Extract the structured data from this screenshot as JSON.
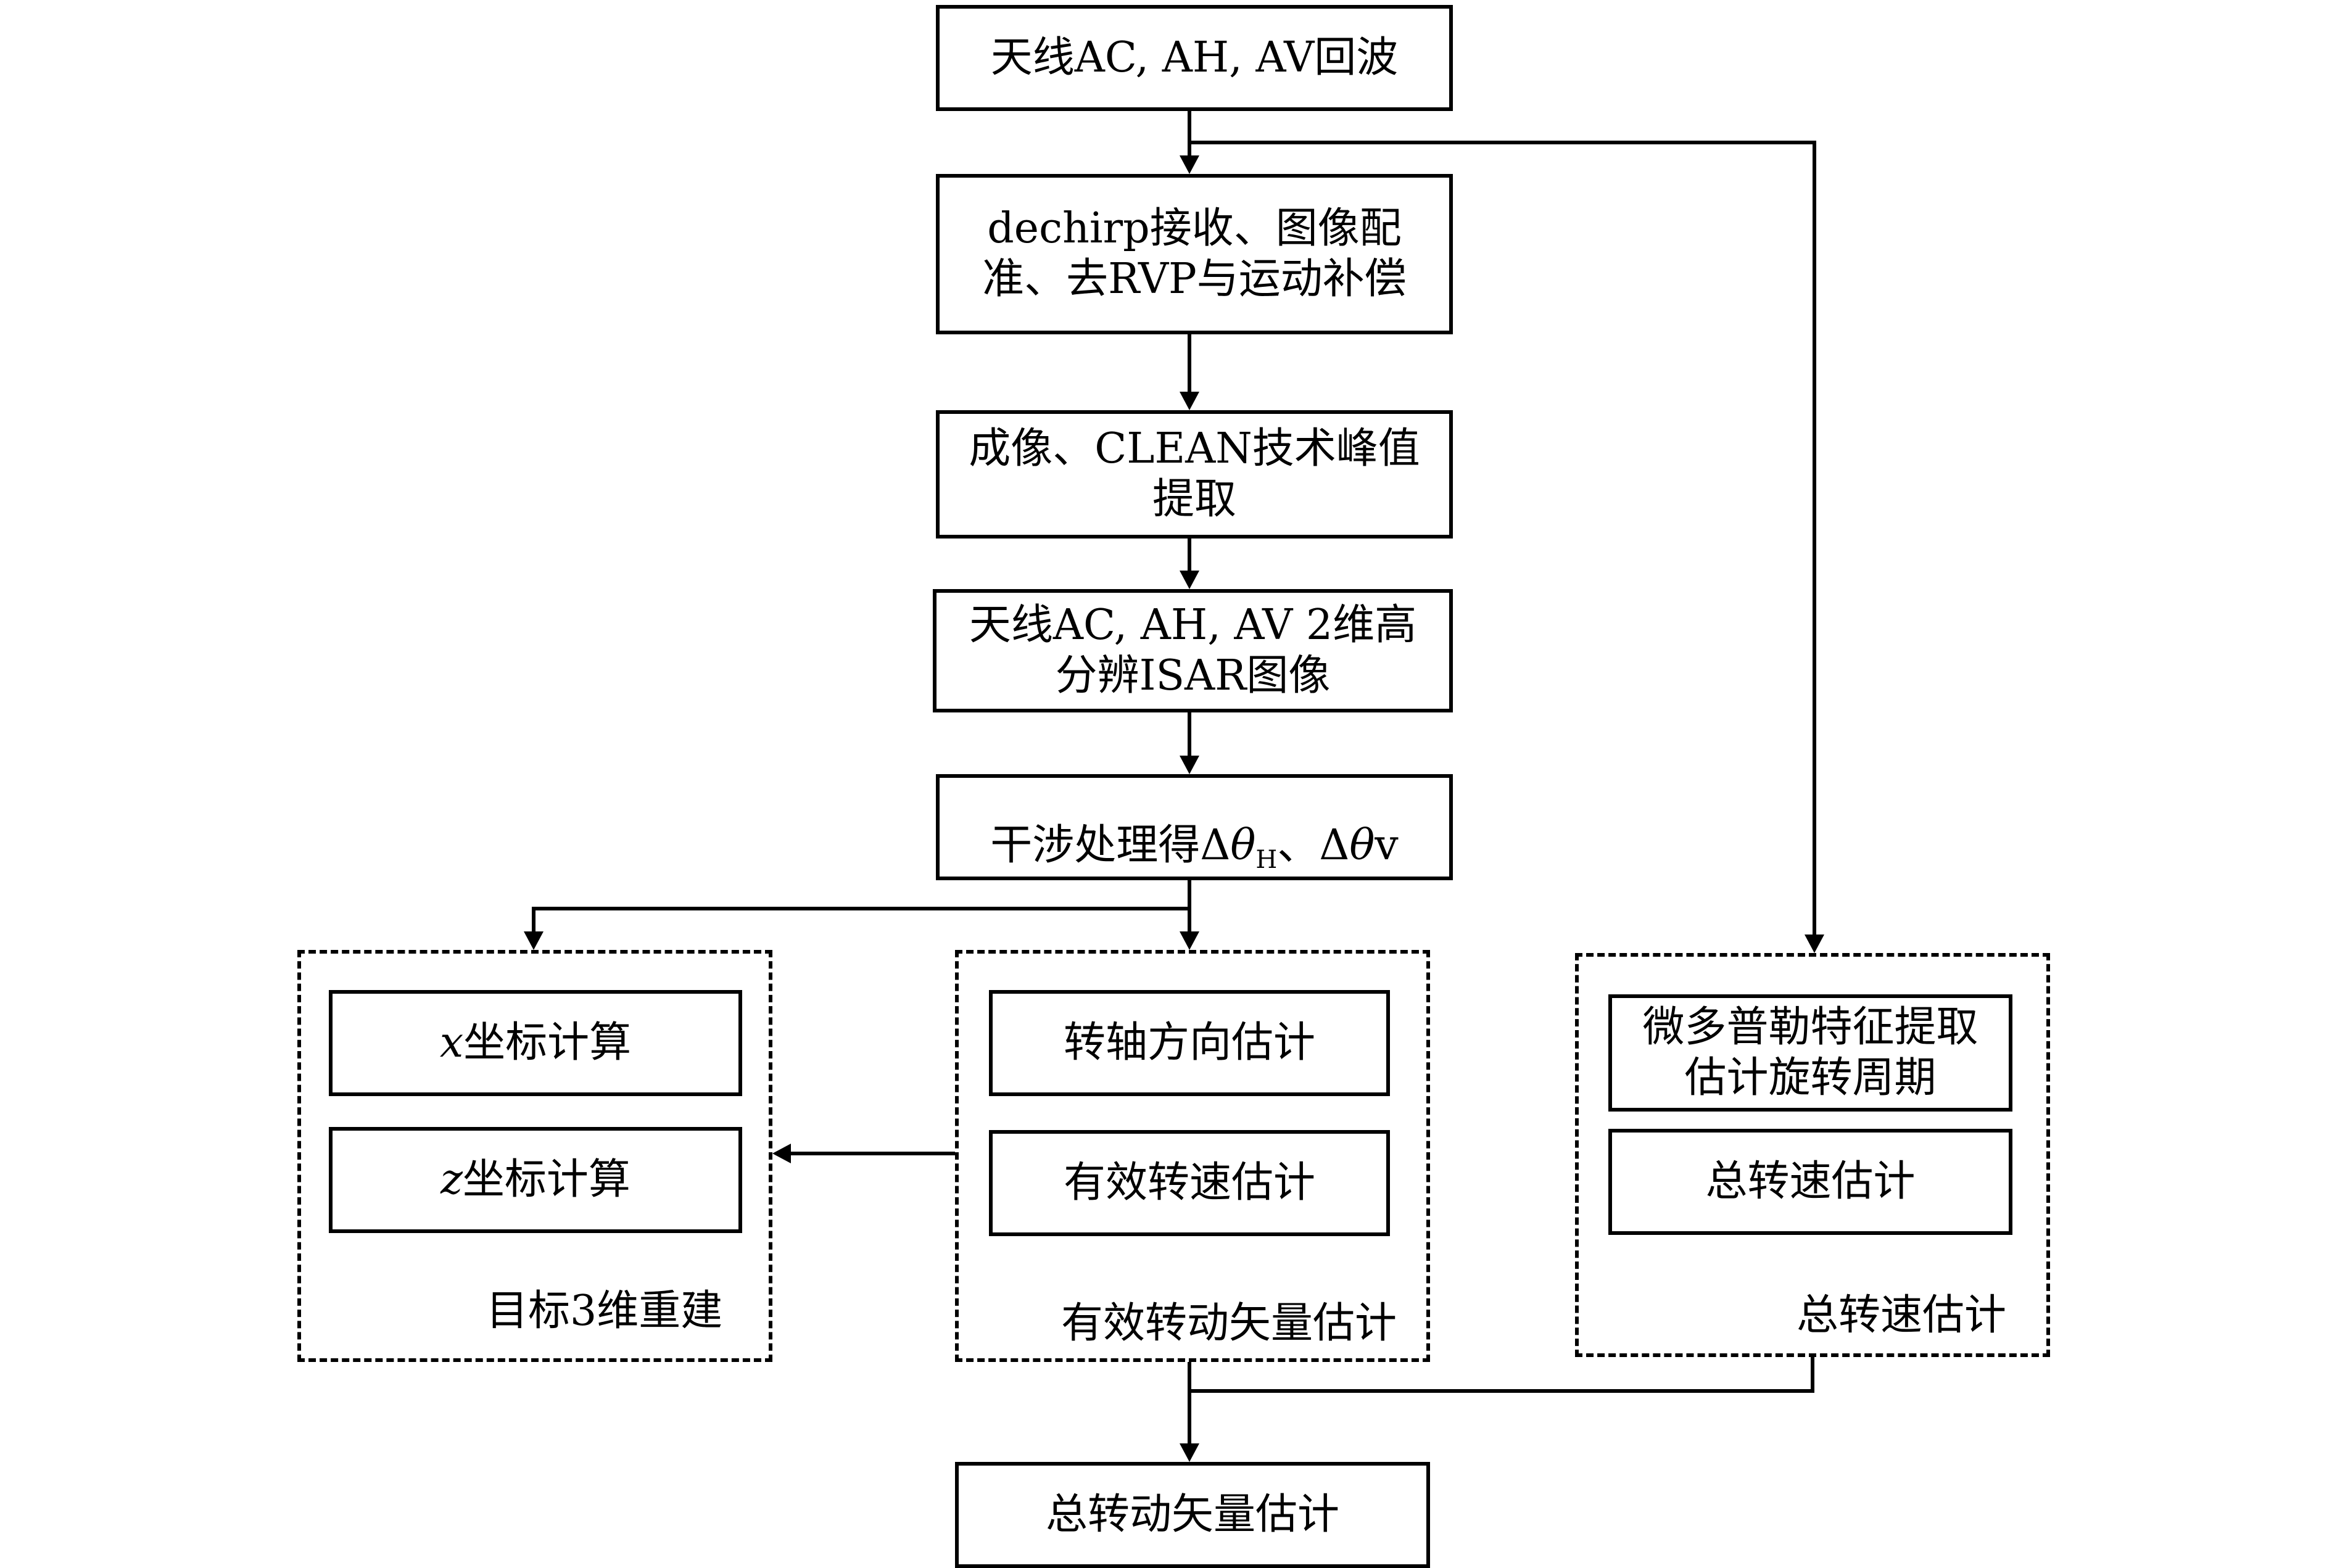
{
  "nodes": {
    "echo": "天线AC, AH, AV回波",
    "dechirp": "dechirp接收、图像配\n准、去RVP与运动补偿",
    "imaging": "成像、CLEAN技术峰值\n提取",
    "isar": "天线AC, AH, AV 2维高\n分辨ISAR图像",
    "interf": {
      "prefix": "干涉处理得Δ",
      "theta1": "θ",
      "sub": "H",
      "middle": "、Δ",
      "theta2": "θ",
      "suffix": "v"
    },
    "x_calc": {
      "var": "x",
      "text": "坐标计算"
    },
    "z_calc": {
      "var": "z",
      "text": "坐标计算"
    },
    "axis_dir": "转轴方向估计",
    "eff_speed": "有效转速估计",
    "micro_doppler": "微多普勒特征提取\n估计旋转周期",
    "total_speed_box": "总转速估计",
    "total_vector": "总转动矢量估计"
  },
  "groups": {
    "recon": "目标3维重建",
    "eff_vector": "有效转动矢量估计",
    "total_speed": "总转速估计"
  }
}
